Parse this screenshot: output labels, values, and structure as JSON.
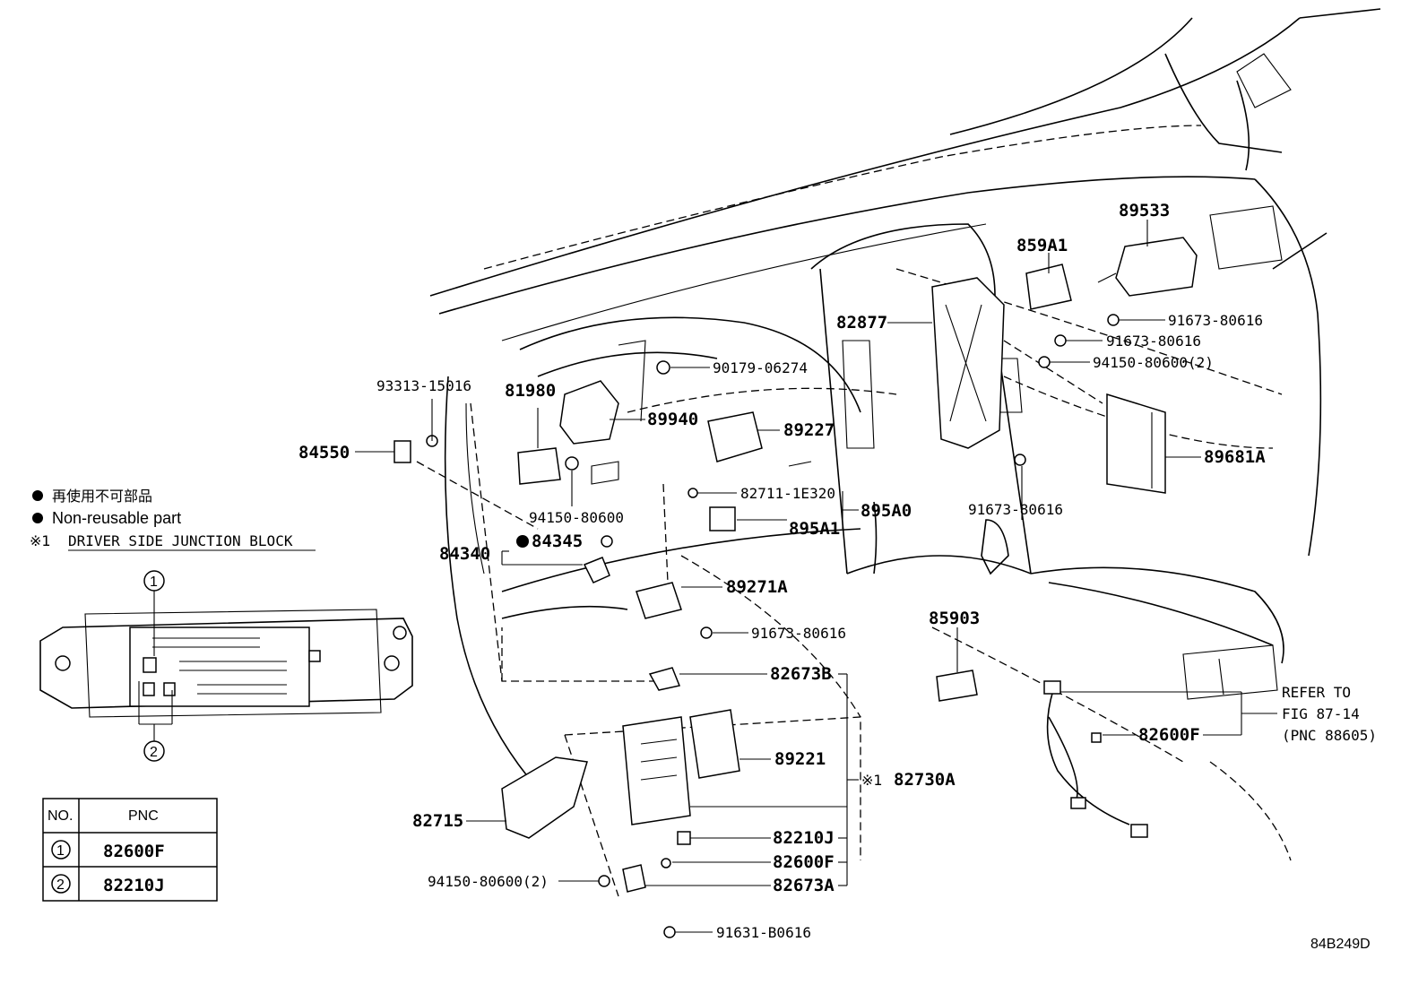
{
  "legend": {
    "jp_text": "再使用不可部品",
    "en_text": "Non-reusable part",
    "note_mark": "※1",
    "note_text": "DRIVER SIDE JUNCTION BLOCK"
  },
  "inset": {
    "callout_1": "1",
    "callout_2": "2"
  },
  "pnc_table": {
    "headers": [
      "NO.",
      "PNC"
    ],
    "rows": [
      {
        "no": "1",
        "pnc": "82600F"
      },
      {
        "no": "2",
        "pnc": "82210J"
      }
    ]
  },
  "labels": {
    "p93313": "93313-15016",
    "p84550": "84550",
    "p81980": "81980",
    "p90179": "90179-06274",
    "p89940": "89940",
    "p89227": "89227",
    "p94150a": "94150-80600",
    "p82711": "82711-1E320",
    "p895A0": "895A0",
    "p895A1": "895A1",
    "p84345": "84345",
    "p84340": "84340",
    "p89271A": "89271A",
    "p91673a": "91673-80616",
    "p82673B": "82673B",
    "p89221": "89221",
    "p82730A_mark": "※1",
    "p82730A": "82730A",
    "p82715": "82715",
    "p82210J": "82210J",
    "p82600F_b": "82600F",
    "p82673A": "82673A",
    "p94150b": "94150-80600(2)",
    "p91631": "91631-B0616",
    "p82877": "82877",
    "p859A1": "859A1",
    "p89533": "89533",
    "p91673b": "91673-80616",
    "p91673c": "91673-80616",
    "p94150c": "94150-80600(2)",
    "p89681A": "89681A",
    "p91673d": "91673-80616",
    "p85903": "85903",
    "p82600F": "82600F",
    "refer_1": "REFER TO",
    "refer_2": "FIG 87-14",
    "refer_3": "(PNC 88605)",
    "diagram_id": "84B249D"
  }
}
